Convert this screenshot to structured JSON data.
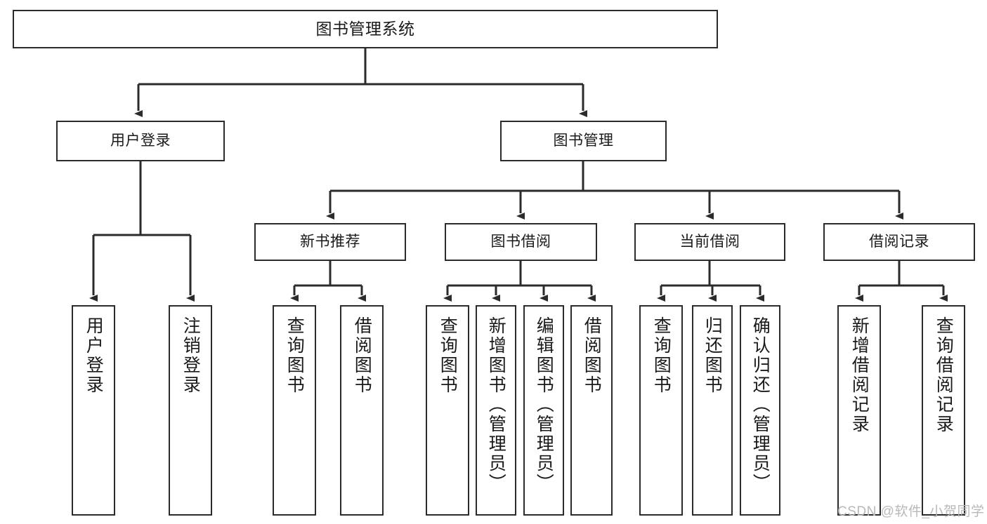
{
  "diagram": {
    "title": "图书管理系统",
    "type": "tree-hierarchy",
    "root": {
      "label": "图书管理系统"
    },
    "level2": [
      {
        "label": "用户登录"
      },
      {
        "label": "图书管理"
      }
    ],
    "level3": [
      {
        "label": "新书推荐"
      },
      {
        "label": "图书借阅"
      },
      {
        "label": "当前借阅"
      },
      {
        "label": "借阅记录"
      }
    ],
    "leaves": {
      "user_login": [
        {
          "label": "用户登录"
        },
        {
          "label": "注销登录"
        }
      ],
      "new_book_recommend": [
        {
          "label": "查询图书"
        },
        {
          "label": "借阅图书"
        }
      ],
      "book_borrow": [
        {
          "label": "查询图书"
        },
        {
          "label": "新增图书（管理员）"
        },
        {
          "label": "编辑图书（管理员）"
        },
        {
          "label": "借阅图书"
        }
      ],
      "current_borrow": [
        {
          "label": "查询图书"
        },
        {
          "label": "归还图书"
        },
        {
          "label": "确认归还（管理员）"
        }
      ],
      "borrow_record": [
        {
          "label": "新增借阅记录"
        },
        {
          "label": "查询借阅记录"
        }
      ]
    },
    "watermark": "CSDN @软件_小贺同学",
    "colors": {
      "stroke": "#2b2b2b",
      "fill": "#ffffff",
      "text": "#1a1a1a",
      "watermark": "#b9b9b9"
    }
  }
}
